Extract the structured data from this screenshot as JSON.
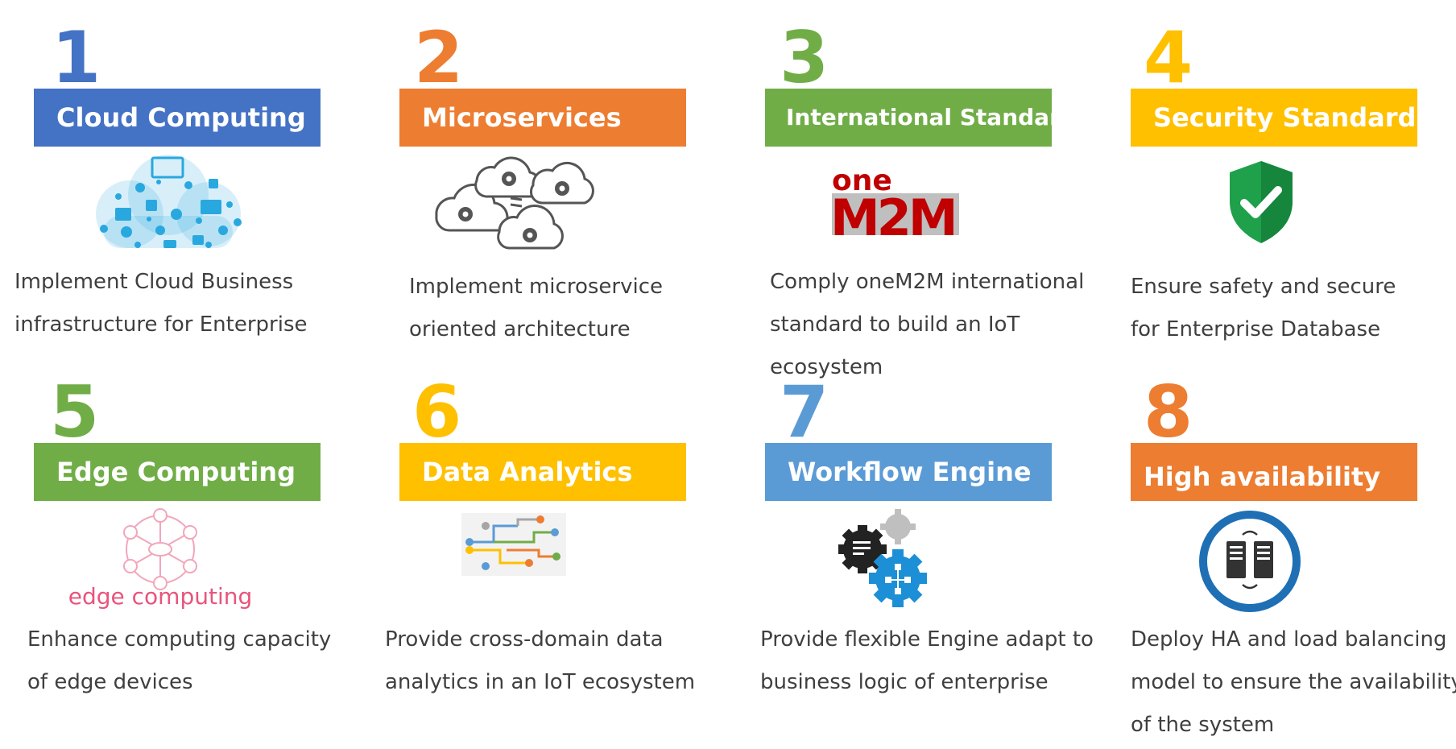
{
  "colors": {
    "blue": "#4472c4",
    "orange": "#ed7d31",
    "green": "#70ad47",
    "yellow": "#ffc000",
    "lightblue": "#5b9bd5",
    "cloud_icon": "#29a8e0",
    "onem2m_red": "#c00000",
    "edge_pink": "#e8547c",
    "shield_green": "#1fa04a"
  },
  "items": [
    {
      "number": "1",
      "title": "Cloud Computing",
      "icon": "cloud-of-icons",
      "description": [
        "Implement Cloud Business",
        "infrastructure for Enterprise"
      ]
    },
    {
      "number": "2",
      "title": "Microservices",
      "icon": "cloud-gears",
      "description": [
        "Implement microservice",
        "oriented architecture"
      ]
    },
    {
      "number": "3",
      "title": "International Standard",
      "icon": "onem2m-logo",
      "logo_text_top": "one",
      "logo_text_bottom": "M2M",
      "description": [
        "Comply oneM2M international",
        "standard to build an IoT",
        "ecosystem"
      ]
    },
    {
      "number": "4",
      "title": "Security Standard",
      "icon": "shield-check",
      "description": [
        "Ensure safety and secure",
        "for Enterprise Database"
      ]
    },
    {
      "number": "5",
      "title": "Edge Computing",
      "icon": "edge-network",
      "logo_text": "edge computing",
      "description": [
        "Enhance computing capacity",
        "of edge devices"
      ]
    },
    {
      "number": "6",
      "title": "Data Analytics",
      "icon": "data-flow",
      "description": [
        "Provide cross-domain data",
        "analytics in an IoT ecosystem"
      ]
    },
    {
      "number": "7",
      "title": "Workflow Engine",
      "icon": "workflow-gears",
      "description": [
        "Provide flexible Engine adapt to",
        "business logic of enterprise"
      ]
    },
    {
      "number": "8",
      "title": "High availability",
      "icon": "servers-circle",
      "description": [
        "Deploy HA and load balancing",
        "model to ensure the availability",
        "of the system"
      ]
    }
  ]
}
